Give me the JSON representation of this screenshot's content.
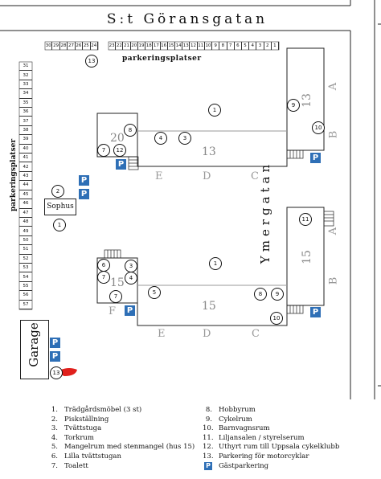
{
  "streets": {
    "north": "S:t Göransgatan",
    "east": "Ymergatan"
  },
  "parking_top": {
    "title": "parkeringsplatser",
    "left_spots": [
      "30",
      "29",
      "28",
      "27",
      "26",
      "25",
      "24"
    ],
    "right_spots": [
      "23",
      "22",
      "21",
      "20",
      "19",
      "18",
      "17",
      "16",
      "15",
      "14",
      "13",
      "12",
      "11",
      "10",
      "9",
      "8",
      "7",
      "6",
      "5",
      "4",
      "3",
      "2",
      "1"
    ]
  },
  "parking_left": {
    "title": "parkeringsplatser",
    "spots": [
      "31",
      "32",
      "33",
      "34",
      "35",
      "36",
      "37",
      "38",
      "39",
      "40",
      "41",
      "42",
      "43",
      "44",
      "45",
      "46",
      "47",
      "48",
      "49",
      "50",
      "51",
      "52",
      "53",
      "54",
      "55",
      "56",
      "57"
    ]
  },
  "buildings": {
    "house13": {
      "number": "13",
      "number_left": "20",
      "number_right": "13",
      "entrances": [
        "A",
        "B",
        "C",
        "D",
        "E"
      ]
    },
    "house15": {
      "number": "15",
      "number_left": "15",
      "number_right": "15",
      "entrances": [
        "A",
        "B",
        "C",
        "D",
        "E",
        "F"
      ]
    }
  },
  "sophus": "Sophus",
  "garage": "Garage",
  "parking_symbol": "P",
  "markers": {
    "m13_top": "13",
    "m1_yard13": "1",
    "m8_h13": "8",
    "m4_h13": "4",
    "m3_h13": "3",
    "m7_h13": "7",
    "m12_h13": "12",
    "m9_h13": "9",
    "m10_h13": "10",
    "m2_left": "2",
    "m1_left": "1",
    "m11_h15": "11",
    "m1_yard15": "1",
    "m6_h15": "6",
    "m3_h15": "3",
    "m7a_h15": "7",
    "m4_h15": "4",
    "m7b_h15": "7",
    "m5_h15": "5",
    "m8_h15": "8",
    "m9_h15": "9",
    "m10_h15": "10",
    "m13_garage": "13"
  },
  "legend": {
    "left": [
      {
        "n": "1.",
        "text": "Trädgårdsmöbel (3 st)"
      },
      {
        "n": "2.",
        "text": "Piskställning"
      },
      {
        "n": "3.",
        "text": "Tvättstuga"
      },
      {
        "n": "4.",
        "text": "Torkrum"
      },
      {
        "n": "5.",
        "text": "Mangelrum med stenmangel (hus 15)"
      },
      {
        "n": "6.",
        "text": "Lilla tvättstugan"
      },
      {
        "n": "7.",
        "text": "Toalett"
      }
    ],
    "right": [
      {
        "n": "8.",
        "text": "Hobbyrum"
      },
      {
        "n": "9.",
        "text": "Cykelrum"
      },
      {
        "n": "10.",
        "text": "Barnvagnsrum"
      },
      {
        "n": "11.",
        "text": "Liljansalen / styrelserum"
      },
      {
        "n": "12.",
        "text": "Uthyrt rum till Uppsala cykelklubb"
      },
      {
        "n": "13.",
        "text": "Parkering för motorcyklar"
      }
    ],
    "guest": "Gästparkering"
  },
  "colors": {
    "parking_blue": "#2e6fb6",
    "red_mark": "#e0201c",
    "gray_label": "#888888"
  }
}
